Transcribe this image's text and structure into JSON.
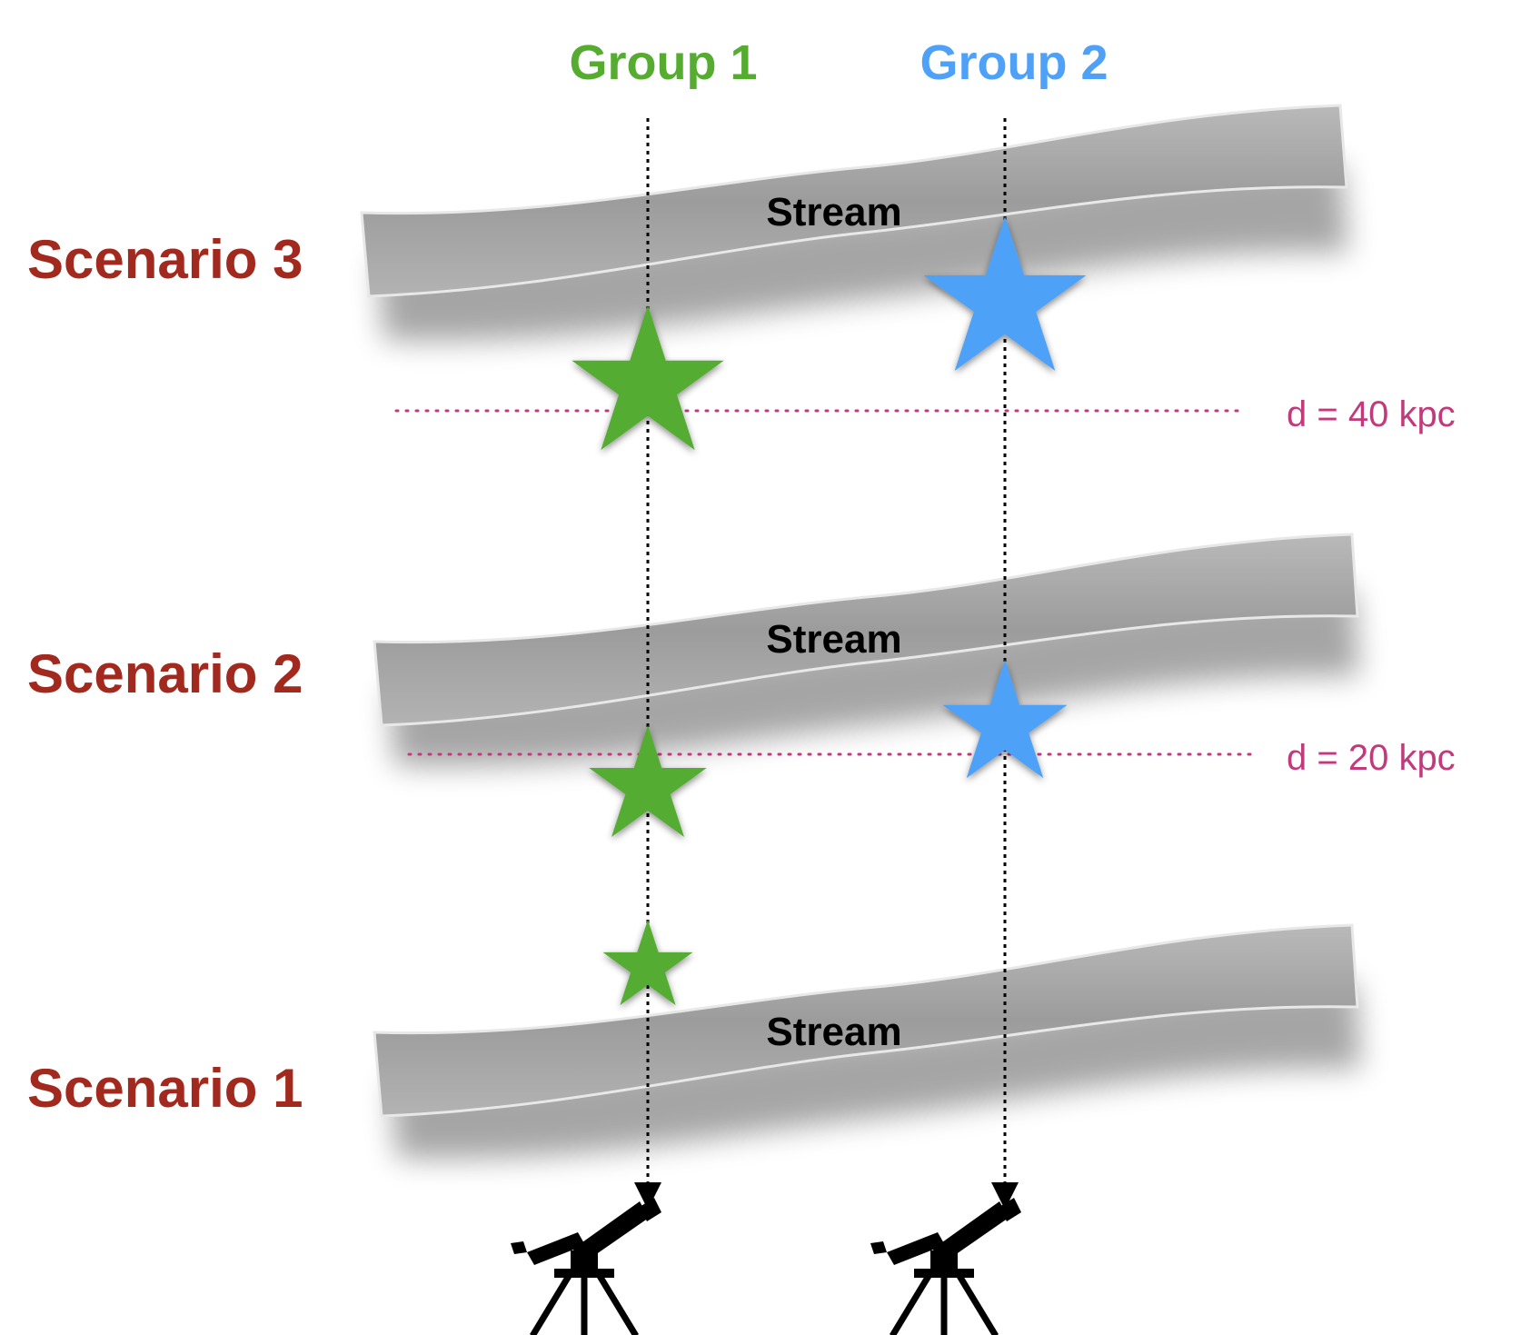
{
  "colors": {
    "group1": "#55ac31",
    "group2": "#4ea1f6",
    "scenario": "#a1291e",
    "distance": "#c23a7c",
    "stream_fill": "#a6a6a6",
    "stream_edge": "#e6e6e6"
  },
  "groups": [
    {
      "label": "Group 1",
      "color": "#55ac31"
    },
    {
      "label": "Group 2",
      "color": "#4ea1f6"
    }
  ],
  "scenarios": [
    {
      "label": "Scenario 3",
      "stream_label": "Stream"
    },
    {
      "label": "Scenario 2",
      "stream_label": "Stream"
    },
    {
      "label": "Scenario 1",
      "stream_label": "Stream"
    }
  ],
  "distances": [
    {
      "label": "d = 40 kpc"
    },
    {
      "label": "d = 20 kpc"
    }
  ],
  "icons": [
    "star-icon",
    "telescope-icon"
  ]
}
